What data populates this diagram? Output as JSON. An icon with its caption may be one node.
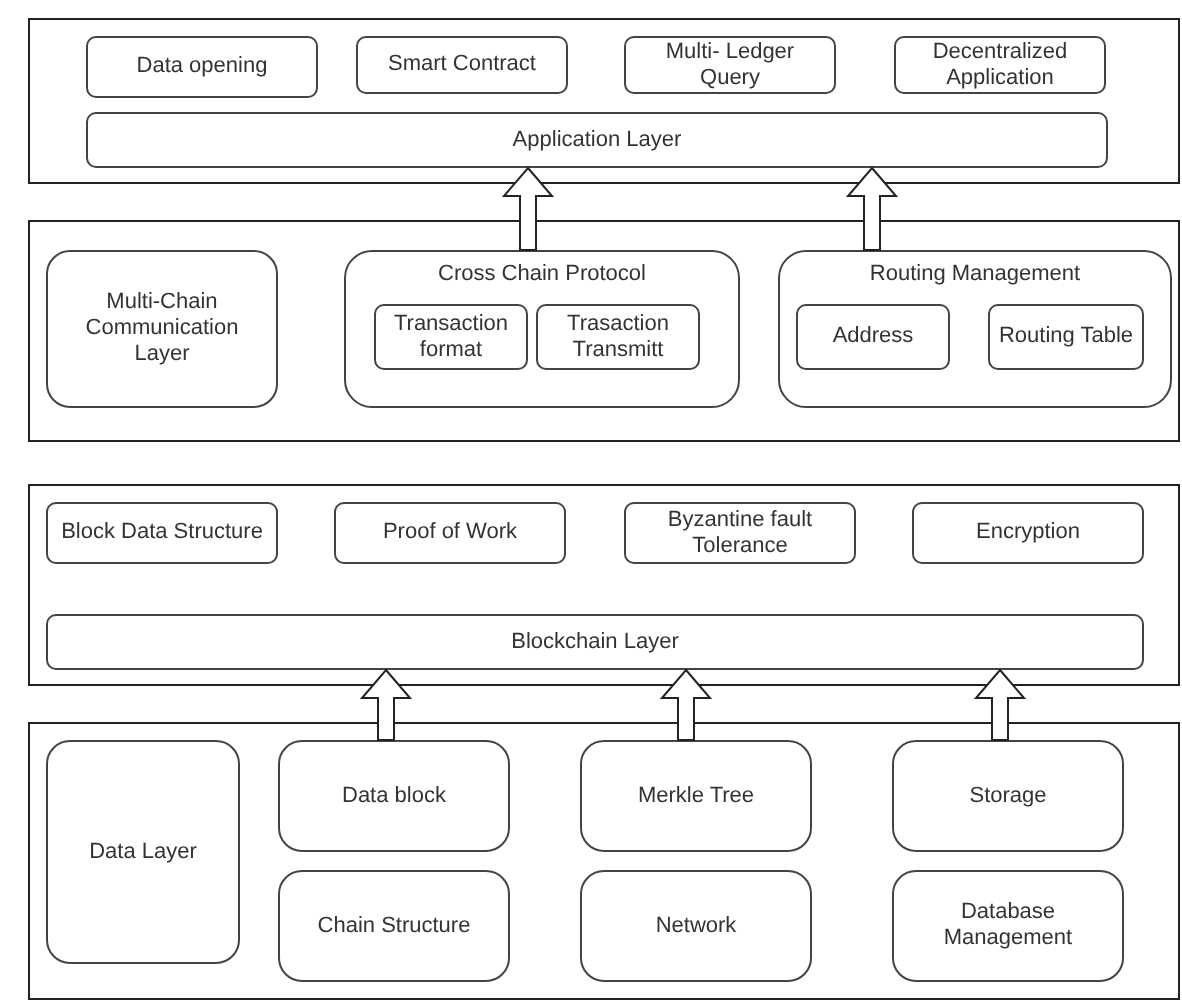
{
  "diagram": {
    "nodes": [
      {
        "text": [],
        "shape": "box"
      },
      {
        "text": [
          "Data opening"
        ],
        "in": 0
      },
      {
        "text": [
          "Smart Contract"
        ],
        "in": 0
      },
      {
        "text": [
          "Multi- Ledger Query"
        ],
        "in": 0
      },
      {
        "text": [
          "Decentralized Application"
        ],
        "in": 0
      },
      {
        "text": [
          "Application Layer"
        ],
        "in": 0
      },
      {
        "text": [],
        "shape": "box"
      },
      {
        "text": [
          "Multi-Chain Communication Layer"
        ],
        "in": 6
      },
      {
        "text": [
          "Cross Chain Protocol"
        ],
        "in": 6
      },
      {
        "text": [
          "Transaction format"
        ],
        "in": 8
      },
      {
        "text": [
          "Trasaction Transmitt"
        ],
        "in": 8
      },
      {
        "text": [
          "Routing Management"
        ],
        "in": 6
      },
      {
        "text": [
          "Address"
        ],
        "in": 11
      },
      {
        "text": [
          "Routing Table"
        ],
        "in": 11
      },
      {
        "text": [],
        "shape": "box"
      },
      {
        "text": [
          "Block Data Structure"
        ],
        "in": 14
      },
      {
        "text": [
          "Proof of Work"
        ],
        "in": 14
      },
      {
        "text": [
          "Byzantine fault Tolerance"
        ],
        "in": 14
      },
      {
        "text": [
          "Encryption"
        ],
        "in": 14
      },
      {
        "text": [
          "Blockchain Layer"
        ],
        "in": 14
      },
      {
        "text": [],
        "shape": "box"
      },
      {
        "text": [
          "Data Layer"
        ],
        "in": 20
      },
      {
        "text": [
          "Data block"
        ],
        "in": 20
      },
      {
        "text": [
          "Merkle Tree"
        ],
        "in": 20
      },
      {
        "text": [
          "Storage"
        ],
        "in": 20
      },
      {
        "text": [
          "Chain Structure"
        ],
        "in": 20
      },
      {
        "text": [
          "Network"
        ],
        "in": 20
      },
      {
        "text": [
          "Database Management"
        ],
        "in": 20
      }
    ],
    "edges": [
      {
        "from": 8,
        "to": 5,
        "arrow": "to"
      },
      {
        "from": 11,
        "to": 5,
        "arrow": "to"
      },
      {
        "from": 22,
        "to": 19,
        "arrow": "to"
      },
      {
        "from": 23,
        "to": 19,
        "arrow": "to"
      },
      {
        "from": 24,
        "to": 19,
        "arrow": "to"
      }
    ]
  }
}
